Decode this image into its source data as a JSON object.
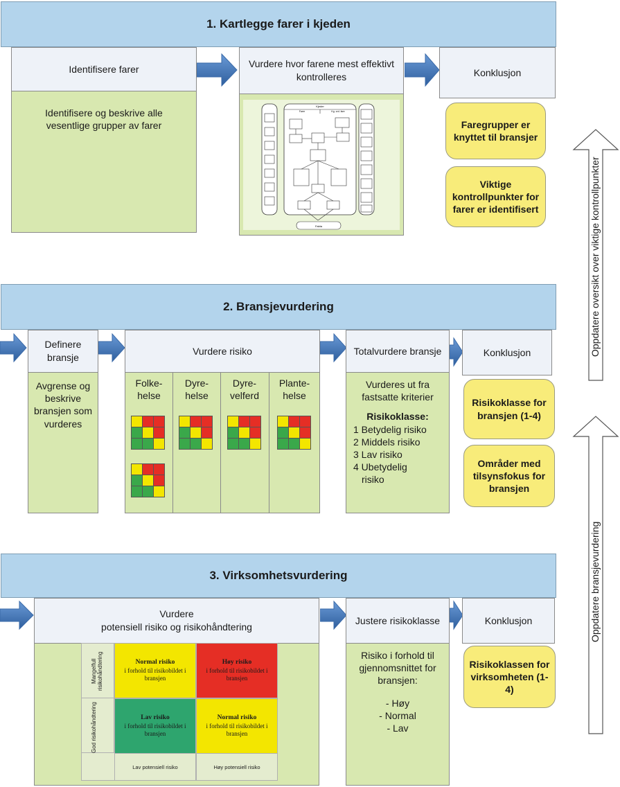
{
  "section1": {
    "title": "1. Kartlegge farer i kjeden",
    "identify_header": "Identifisere farer",
    "identify_body": "Identifisere og beskrive alle vesentlige  grupper av farer",
    "evaluate_header": "Vurdere hvor farene mest effektivt kontrolleres",
    "conclusion_header": "Konklusjon",
    "conclusion_1": "Faregrupper er knyttet til bransjer",
    "conclusion_2": "Viktige kontrollpunkter for farer er identifisert"
  },
  "section2": {
    "title": "2. Bransjevurdering",
    "define_header": "Definere bransje",
    "define_body": "Avgrense og beskrive bransjen som vurderes",
    "risk_header": "Vurdere risiko",
    "columns": [
      "Folke-helse",
      "Dyre-helse",
      "Dyre-velferd",
      "Plante-helse"
    ],
    "total_header": "Totalvurdere bransje",
    "total_intro": "Vurderes ut fra fastsatte kriterier",
    "risk_class_title": "Risikoklasse:",
    "risk_classes": [
      "1 Betydelig risiko",
      "2 Middels risiko",
      "3 Lav risiko",
      "4 Ubetydelig",
      "risiko"
    ],
    "conclusion_header": "Konklusjon",
    "conclusion_1": "Risikoklasse for bransjen (1-4)",
    "conclusion_2": "Områder med tilsynsfokus for bransjen"
  },
  "section3": {
    "title": "3. Virksomhetsvurdering",
    "assess_header_line1": "Vurdere",
    "assess_header_line2": "potensiell risiko og risikohåndtering",
    "matrix": {
      "row_label_top": "Mangelfull risikohåndtering",
      "row_label_bottom": "God risikohåndtering",
      "normal_top_title": "Normal risiko",
      "normal_top_sub": "i forhold til risikobildet i bransjen",
      "high_title": "Høy risiko",
      "high_sub": "i forhold til  risikobildet i bransjen",
      "low_title": "Lav risiko",
      "low_sub": "i forhold til  risikobildet i bransjen",
      "normal_bottom_title": "Normal risiko",
      "normal_bottom_sub": "i forhold til risikobildet i bransjen",
      "col_label_low": "Lav potensiell risiko",
      "col_label_high": "Høy potensiell risiko"
    },
    "adjust_header": "Justere risikoklasse",
    "adjust_body": "Risiko i forhold til gjennomsnittet for bransjen:",
    "adjust_items": [
      "- Høy",
      "- Normal",
      "- Lav"
    ],
    "conclusion_header": "Konklusjon",
    "conclusion_1": "Risikoklassen for virksomheten (1- 4)"
  },
  "side_arrows": {
    "top": "Oppdatere oversikt over viktige kontrollpunkter",
    "bottom": "Oppdatere bransjevurdering"
  },
  "mini_flow": {
    "col1": "Kjeder",
    "col2a": "Farer",
    "col2b": "Kg. ord. fare",
    "bottom": "Fakta"
  },
  "colors": {
    "banner": "#b3d4ec",
    "header": "#eef2f8",
    "body": "#d8e8b0",
    "conclusion": "#f8ec7a",
    "arrow": "#4a7fc1",
    "risk_yellow": "#f3e600",
    "risk_red": "#e52e25",
    "risk_green": "#3aa84a"
  },
  "icons": [
    "arrow-right-icon",
    "arrow-up-icon"
  ]
}
